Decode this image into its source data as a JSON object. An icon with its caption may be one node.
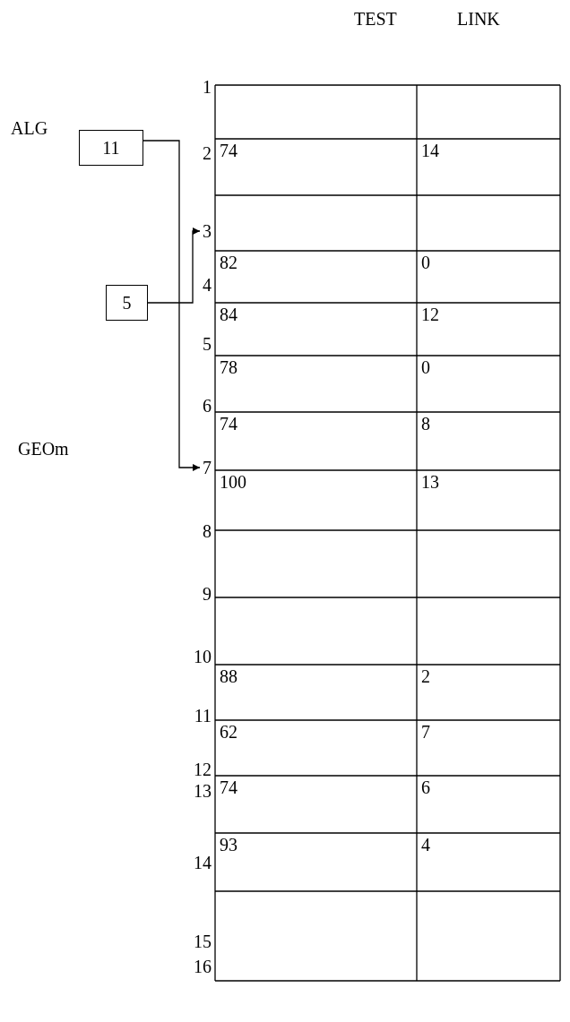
{
  "diagram": {
    "nodes": [
      {
        "text": [
          "11"
        ],
        "beside": [
          "ALG"
        ]
      },
      {
        "text": [
          "5"
        ]
      },
      {
        "text": [
          "3"
        ]
      },
      {
        "text": [
          "7"
        ]
      }
    ],
    "edges": [
      {
        "from": 0,
        "to": 3,
        "arrow": "to"
      },
      {
        "from": 1,
        "to": 2,
        "arrow": "to"
      }
    ],
    "labels": [
      "TEST",
      "LINK",
      "1",
      "2",
      "74",
      "14",
      "4",
      "82",
      "0",
      "5",
      "84",
      "12",
      "6",
      "78",
      "0",
      "GEOm",
      "74",
      "8",
      "8",
      "100",
      "13",
      "9",
      "10",
      "11",
      "88",
      "2",
      "12",
      "62",
      "7",
      "13",
      "74",
      "6",
      "14",
      "93",
      "4",
      "15",
      "16"
    ]
  }
}
